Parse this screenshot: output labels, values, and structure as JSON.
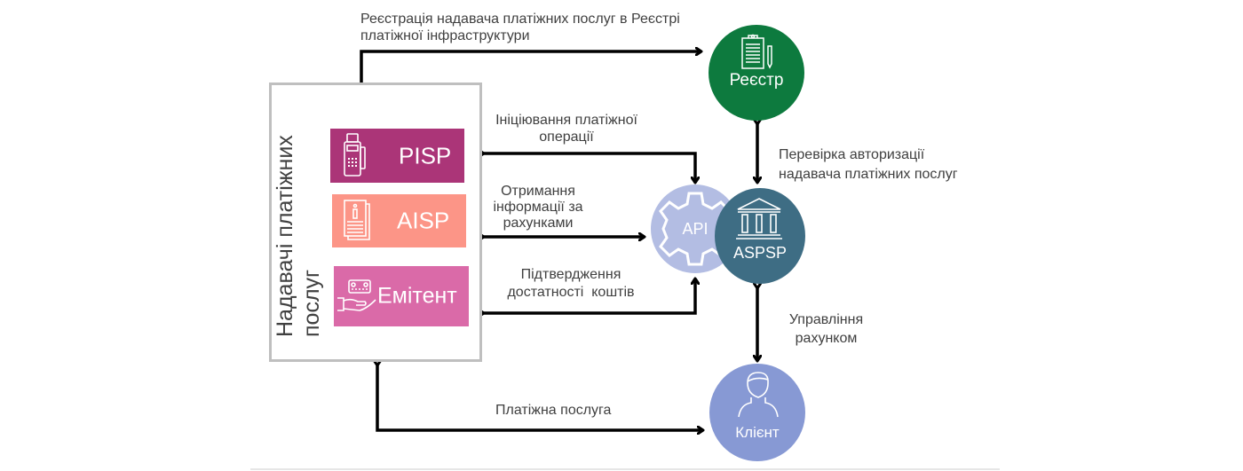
{
  "diagram": {
    "provider_group": {
      "title": "Надавачі платіжних послуг",
      "services": [
        {
          "label": "PISP",
          "icon": "pos-terminal-icon",
          "color": "#ab3578"
        },
        {
          "label": "AISP",
          "icon": "account-document-icon",
          "color": "#fc9587"
        },
        {
          "label": "Емітент",
          "icon": "card-in-hand-icon",
          "color": "#da6aa8"
        }
      ]
    },
    "nodes": {
      "registry": {
        "label": "Реєстр",
        "icon": "clipboard-icon",
        "color": "#0d7a3e"
      },
      "api": {
        "label": "API",
        "icon": "gear-icon",
        "color": "#b3bde3"
      },
      "aspsp": {
        "label": "ASPSP",
        "icon": "bank-building-icon",
        "color": "#3e6d84"
      },
      "client": {
        "label": "Клієнт",
        "icon": "person-icon",
        "color": "#8799d4"
      }
    },
    "edges": {
      "registration": {
        "line1": "Реєстрація надавача платіжних послуг в Реєстрі",
        "line2": "платіжної інфраструктури"
      },
      "initiation": {
        "line1": "Ініціювання платіжної",
        "line2": "операції"
      },
      "account_info": {
        "line1": "Отримання",
        "line2": "інформації за",
        "line3": "рахунками"
      },
      "funds_confirmation": {
        "line1": "Підтвердження",
        "line2": "достатності  коштів"
      },
      "authorization_check": {
        "line1": "Перевірка авторизації",
        "line2": "надавача платіжних послуг"
      },
      "account_management": {
        "line1": "Управління",
        "line2": "рахунком"
      },
      "payment_service": {
        "line1": "Платіжна послуга"
      }
    }
  }
}
